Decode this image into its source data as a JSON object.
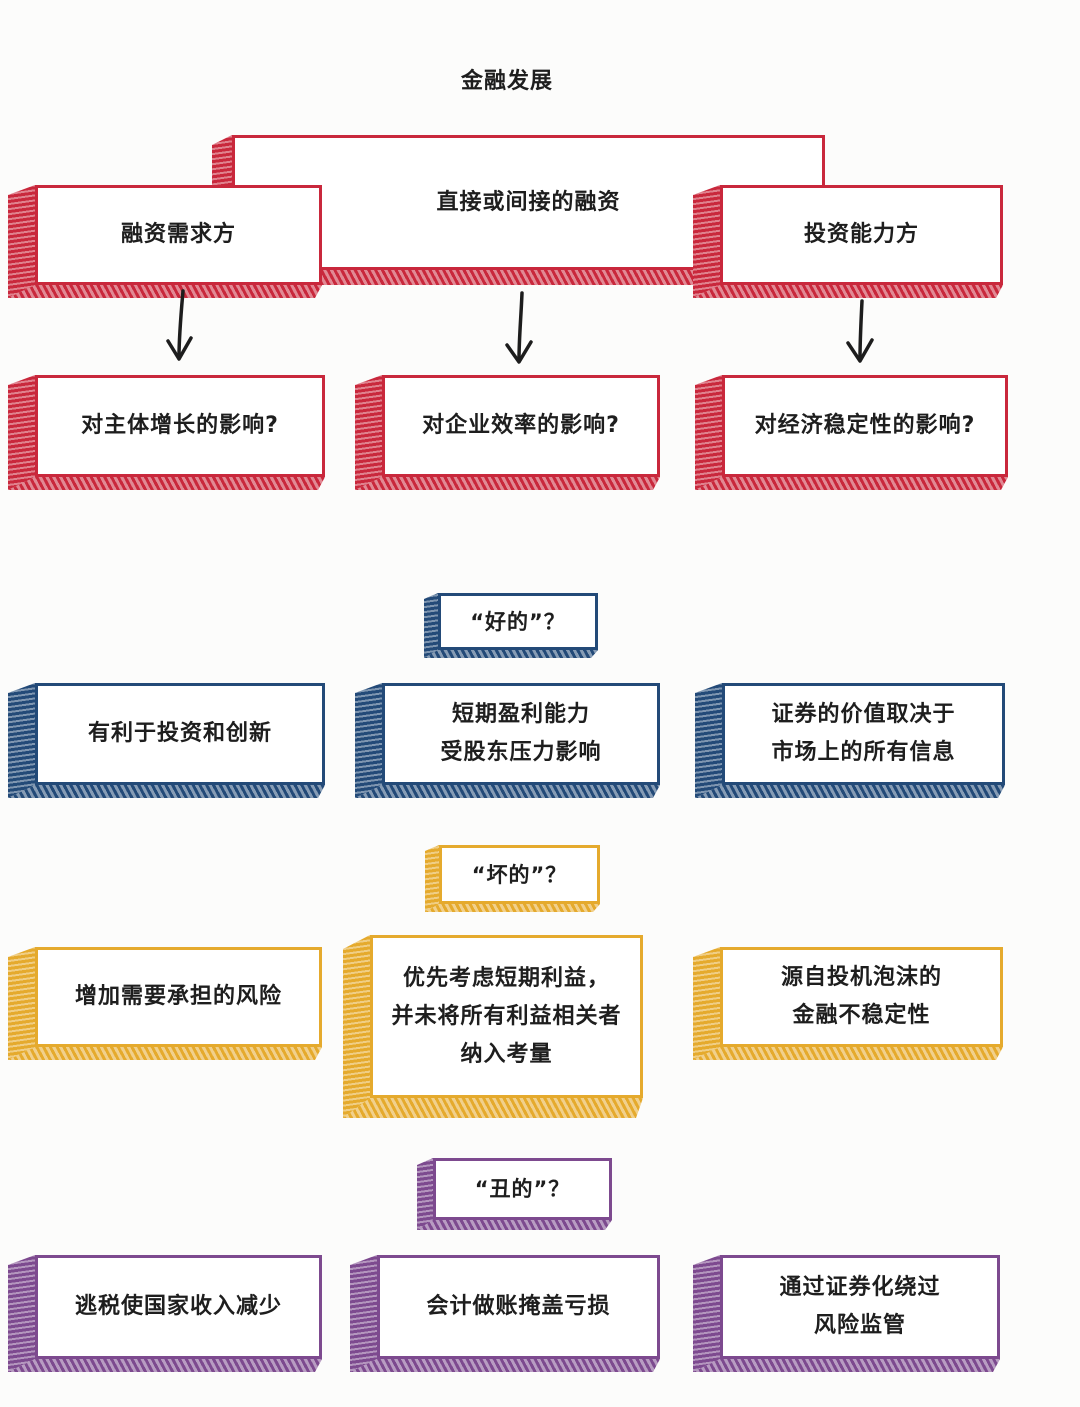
{
  "title": "金融发展",
  "colors": {
    "red": "#c9283c",
    "blue": "#234a78",
    "yellow": "#e5aa2d",
    "purple": "#7d4a8f"
  },
  "funding": {
    "center": "直接或间接的融资",
    "demand": "融资需求方",
    "investor": "投资能力方"
  },
  "impact_questions": [
    "对主体增长的影响?",
    "对企业效率的影响?",
    "对经济稳定性的影响?"
  ],
  "good": {
    "label": "“好的”？",
    "items": [
      [
        "有利于投资和创新"
      ],
      [
        "短期盈利能力",
        "受股东压力影响"
      ],
      [
        "证券的价值取决于",
        "市场上的所有信息"
      ]
    ]
  },
  "bad": {
    "label": "“坏的”？",
    "items": [
      [
        "增加需要承担的风险"
      ],
      [
        "优先考虑短期利益，",
        "并未将所有利益相关者",
        "纳入考量"
      ],
      [
        "源自投机泡沫的",
        "金融不稳定性"
      ]
    ]
  },
  "ugly": {
    "label": "“丑的”？",
    "items": [
      [
        "逃税使国家收入减少"
      ],
      [
        "会计做账掩盖亏损"
      ],
      [
        "通过证券化绕过",
        "风险监管"
      ]
    ]
  }
}
